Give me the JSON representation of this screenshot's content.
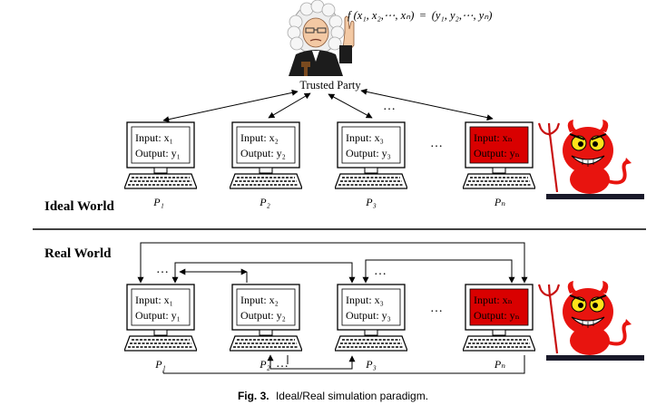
{
  "trusted_party": {
    "formula_left": "f",
    "formula_args": "(x₁, x₂,⋯, xₙ)",
    "formula_eq": "=",
    "formula_out": "(y₁, y₂,⋯, yₙ)",
    "label": "Trusted Party"
  },
  "ideal_world": {
    "title": "Ideal World",
    "dots_top": "…",
    "dots_mid": "…",
    "computers": [
      {
        "input": "Input: x₁",
        "output": "Output: y₁",
        "party": "P₁",
        "corrupt": false
      },
      {
        "input": "Input: x₂",
        "output": "Output: y₂",
        "party": "P₂",
        "corrupt": false
      },
      {
        "input": "Input: x₃",
        "output": "Output: y₃",
        "party": "P₃",
        "corrupt": false
      },
      {
        "input": "Input: xₙ",
        "output": "Output: yₙ",
        "party": "Pₙ",
        "corrupt": true
      }
    ]
  },
  "real_world": {
    "title": "Real World",
    "dots_top_left": "…",
    "dots_top_right": "…",
    "dots_mid": "…",
    "dots_bottom": "…",
    "computers": [
      {
        "input": "Input: x₁",
        "output": "Output: y₁",
        "party": "P₁",
        "corrupt": false
      },
      {
        "input": "Input: x₂",
        "output": "Output: y₂",
        "party": "P₂",
        "corrupt": false
      },
      {
        "input": "Input: x₃",
        "output": "Output: y₃",
        "party": "P₃",
        "corrupt": false
      },
      {
        "input": "Input: xₙ",
        "output": "Output: yₙ",
        "party": "Pₙ",
        "corrupt": true
      }
    ]
  },
  "caption": {
    "label": "Fig. 3.",
    "text": "Ideal/Real simulation paradigm."
  },
  "colors": {
    "corrupt_screen": "#d90000",
    "devil": "#e8140f",
    "judge_robe": "#1c1c1c",
    "line": "#000000"
  }
}
